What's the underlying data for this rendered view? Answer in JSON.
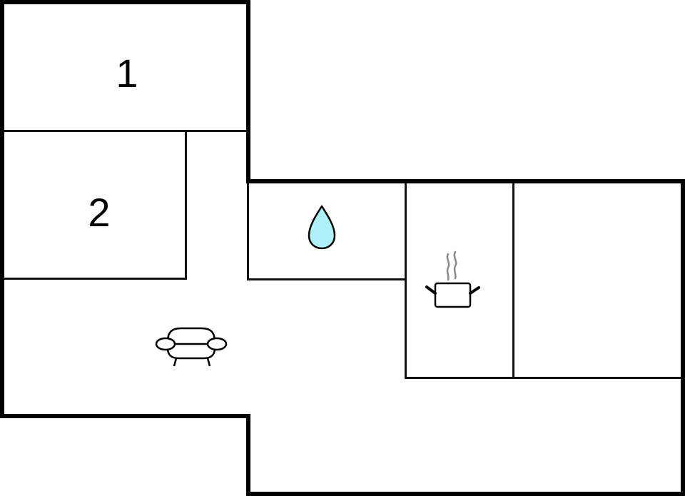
{
  "floorplan": {
    "title": "",
    "rooms": [
      {
        "id": "bedroom-1",
        "label": "1",
        "type": "bedroom"
      },
      {
        "id": "bedroom-2",
        "label": "2",
        "type": "bedroom"
      },
      {
        "id": "bathroom",
        "label": "",
        "type": "bathroom",
        "icon": "water-drop-icon"
      },
      {
        "id": "kitchen",
        "label": "",
        "type": "kitchen",
        "icon": "cooking-pot-icon"
      },
      {
        "id": "living-room",
        "label": "",
        "type": "living",
        "icon": "armchair-icon"
      },
      {
        "id": "room-right",
        "label": "",
        "type": "room"
      }
    ],
    "colors": {
      "wall": "#000000",
      "water_drop_fill": "#aef0f7",
      "steam": "#888888",
      "background": "#ffffff"
    }
  }
}
